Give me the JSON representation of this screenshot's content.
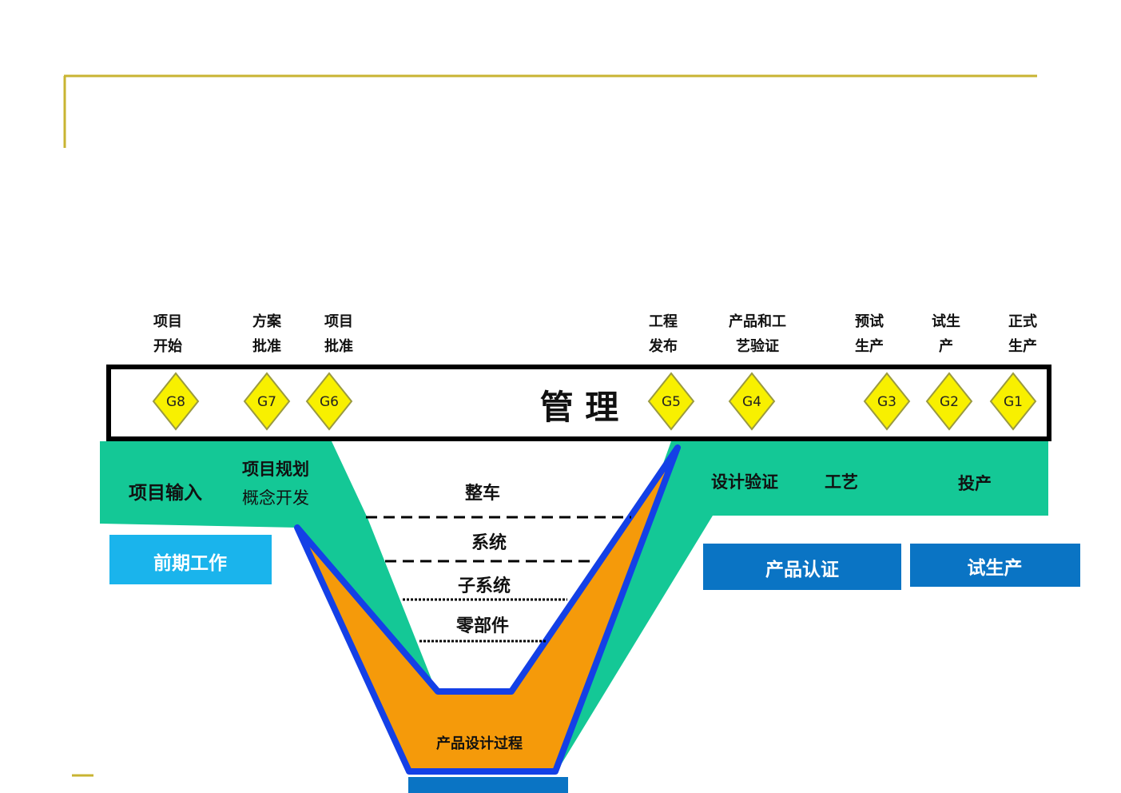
{
  "colors": {
    "accent_line": "#c8b432",
    "teal": "#14c896",
    "orange": "#f59a0a",
    "blue_outline": "#1440e6",
    "box_cyan": "#1ab4ec",
    "box_blue": "#0a74c4",
    "gate_yellow": "#f8f000",
    "black": "#000000"
  },
  "management_label": "管 理",
  "milestones": [
    {
      "label": [
        "项目",
        "开始"
      ],
      "gate": "G8"
    },
    {
      "label": [
        "方案",
        "批准"
      ],
      "gate": "G7"
    },
    {
      "label": [
        "项目",
        "批准"
      ],
      "gate": "G6"
    },
    {
      "label": [
        "工程",
        "发布"
      ],
      "gate": "G5"
    },
    {
      "label": [
        "产品和工",
        "艺验证"
      ],
      "gate": "G4"
    },
    {
      "label": [
        "预试",
        "生产"
      ],
      "gate": "G3"
    },
    {
      "label": [
        "试生",
        "产"
      ],
      "gate": "G2"
    },
    {
      "label": [
        "正式",
        "生产"
      ],
      "gate": "G1"
    }
  ],
  "phases": {
    "input": "项目输入",
    "planning": [
      "项目规划",
      "概念开发"
    ],
    "verification": "设计验证",
    "process": "工艺",
    "production": "投产"
  },
  "levels": [
    "整车",
    "系统",
    "子系统",
    "零部件"
  ],
  "design_process": "产品设计过程",
  "boxes": {
    "early_work": "前期工作",
    "certification": "产品认证",
    "trial_production": "试生产"
  }
}
